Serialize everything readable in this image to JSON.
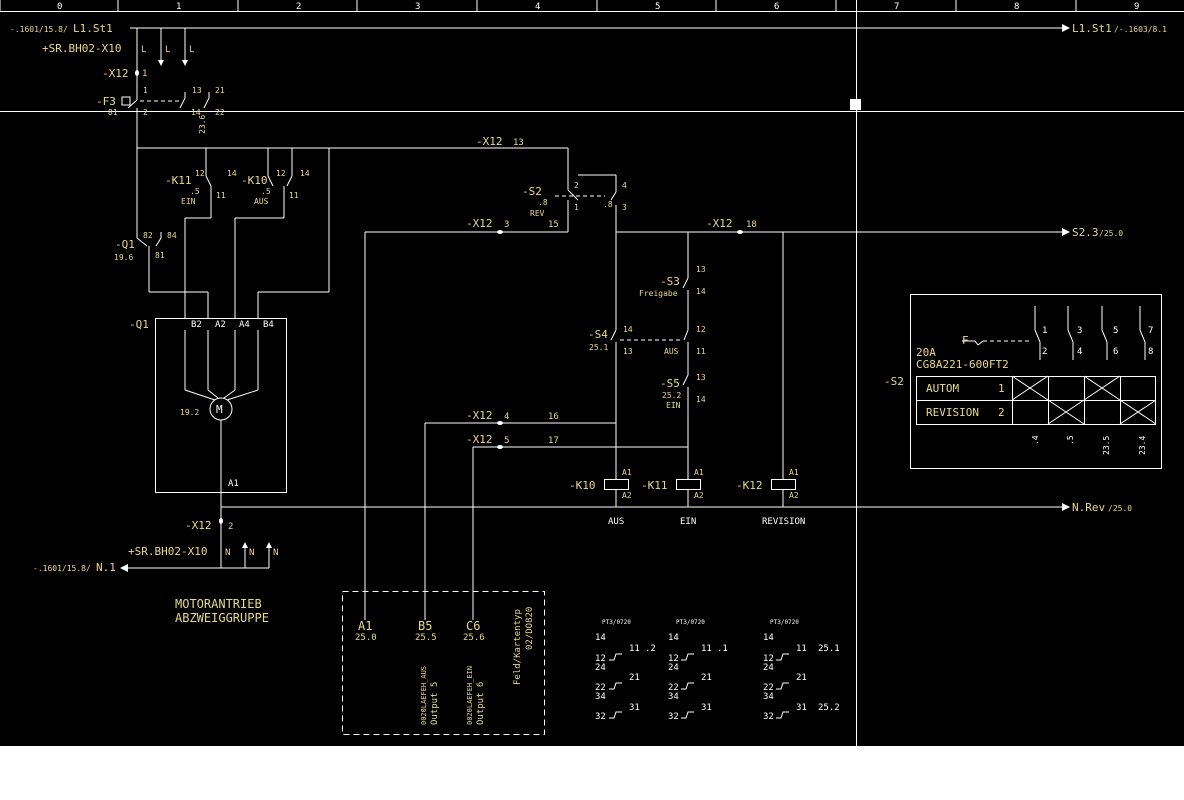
{
  "colors": {
    "background": "#000000",
    "wire": "#ffffff",
    "label": "#e8d98a"
  },
  "ruler": {
    "columns": [
      "0",
      "1",
      "2",
      "3",
      "4",
      "5",
      "6",
      "7",
      "8",
      "9"
    ]
  },
  "rails": {
    "l1_left_ref": "-.1601/15.8/",
    "l1_left": "L1.St1",
    "l1_right": "L1.St1",
    "l1_right_ref": "/-.1603/8.1",
    "n_left_ref": "-.1601/15.8/",
    "n_left": "N.1",
    "nrev_right": "N.Rev",
    "nrev_ref": "/25.0",
    "s23_right": "S2.3",
    "s23_ref": "/25.0"
  },
  "sr_top": {
    "name": "+SR.BH02-X10",
    "pins": [
      "L",
      "L",
      "L"
    ]
  },
  "sr_bottom": {
    "name": "+SR.BH02-X10",
    "pins": [
      "N",
      "N",
      "N"
    ]
  },
  "x12": {
    "name": "-X12",
    "t1": "1",
    "t2": "2",
    "t3": "3",
    "t4": "4",
    "t5": "5",
    "t13": "13",
    "t15": "15",
    "t16": "16",
    "t17": "17",
    "t18": "18"
  },
  "f3": {
    "name": "-F3",
    "p1": "1",
    "p2": "2",
    "p81": "81",
    "p13": "13",
    "p14": "14",
    "p21": "21",
    "p22": "22",
    "ref": "23.6"
  },
  "k11_contact": {
    "name": "-K11",
    "ref": ".5",
    "label": "EIN",
    "p12": "12",
    "p14": "14",
    "p11": "11"
  },
  "k10_contact": {
    "name": "-K10",
    "ref": ".5",
    "label": "AUS",
    "p12": "12",
    "p14": "14",
    "p11": "11"
  },
  "q1_contact": {
    "name": "-Q1",
    "ref": "19.6",
    "p82": "82",
    "p84": "84",
    "p81": "81"
  },
  "q1_motor": {
    "name": "-Q1",
    "pins": [
      "B2",
      "A2",
      "A4",
      "B4"
    ],
    "motor": "M",
    "ref": "19.2",
    "bottom": "A1"
  },
  "s2": {
    "name": "-S2",
    "ref": ".8",
    "label": "REV",
    "p2": "2",
    "p4": "4",
    "p1": "1",
    "p3": "3",
    "p8": ".8"
  },
  "s3": {
    "name": "-S3",
    "label": "Freigabe",
    "p13": "13",
    "p14": "14"
  },
  "s4": {
    "name": "-S4",
    "ref": "25.1",
    "p14": "14",
    "p13": "13",
    "p12": "12",
    "p11": "11",
    "label": "AUS"
  },
  "s5": {
    "name": "-S5",
    "ref": "25.2",
    "label": "EIN",
    "p13": "13",
    "p14": "14"
  },
  "coils": [
    {
      "name": "-K10",
      "a1": "A1",
      "a2": "A2",
      "label": "AUS"
    },
    {
      "name": "-K11",
      "a1": "A1",
      "a2": "A2",
      "label": "EIN"
    },
    {
      "name": "-K12",
      "a1": "A1",
      "a2": "A2",
      "label": "REVISION"
    }
  ],
  "selector_box": {
    "name": "-S2",
    "rating": "20A",
    "part": "CG8A221-600FT2",
    "f_label": "F",
    "contacts": [
      "1",
      "2",
      "3",
      "4",
      "5",
      "6",
      "7",
      "8"
    ],
    "rows": [
      {
        "label": "AUTOM",
        "num": "1"
      },
      {
        "label": "REVISION",
        "num": "2"
      }
    ],
    "refs": [
      ".4",
      ".5",
      "23.5",
      "23.4"
    ]
  },
  "group_title": {
    "line1": "MOTORANTRIEB",
    "line2": "ABZWEIGGRUPPE"
  },
  "io_box": {
    "terms": [
      {
        "name": "A1",
        "ref": "25.0"
      },
      {
        "name": "B5",
        "ref": "25.5",
        "v1": "0020LAEFEH_AUS",
        "v2": "Output 5"
      },
      {
        "name": "C6",
        "ref": "25.6",
        "v1": "0020LAEFEH_EIN",
        "v2": "Output 6"
      }
    ],
    "card": "Feld/Kartentyp",
    "card_id": "02/DO820"
  },
  "contact_tables": [
    {
      "header": "PT3/0720",
      "r1": "14",
      "r2": "12",
      "r3": "24",
      "r4": "22",
      "r5": "34",
      "r6": "32",
      "c1": "11",
      "c2": "21",
      "c3": "31",
      "ref1": ".2",
      "ref2": ""
    },
    {
      "header": "PT3/0720",
      "r1": "14",
      "r2": "12",
      "r3": "24",
      "r4": "22",
      "r5": "34",
      "r6": "32",
      "c1": "11",
      "c2": "21",
      "c3": "31",
      "ref1": ".1",
      "ref2": ""
    },
    {
      "header": "PT3/0720",
      "r1": "14",
      "r2": "12",
      "r3": "24",
      "r4": "22",
      "r5": "34",
      "r6": "32",
      "c1": "11",
      "c2": "21",
      "c3": "31",
      "ref1": "25.1",
      "ref2": "25.2"
    }
  ]
}
